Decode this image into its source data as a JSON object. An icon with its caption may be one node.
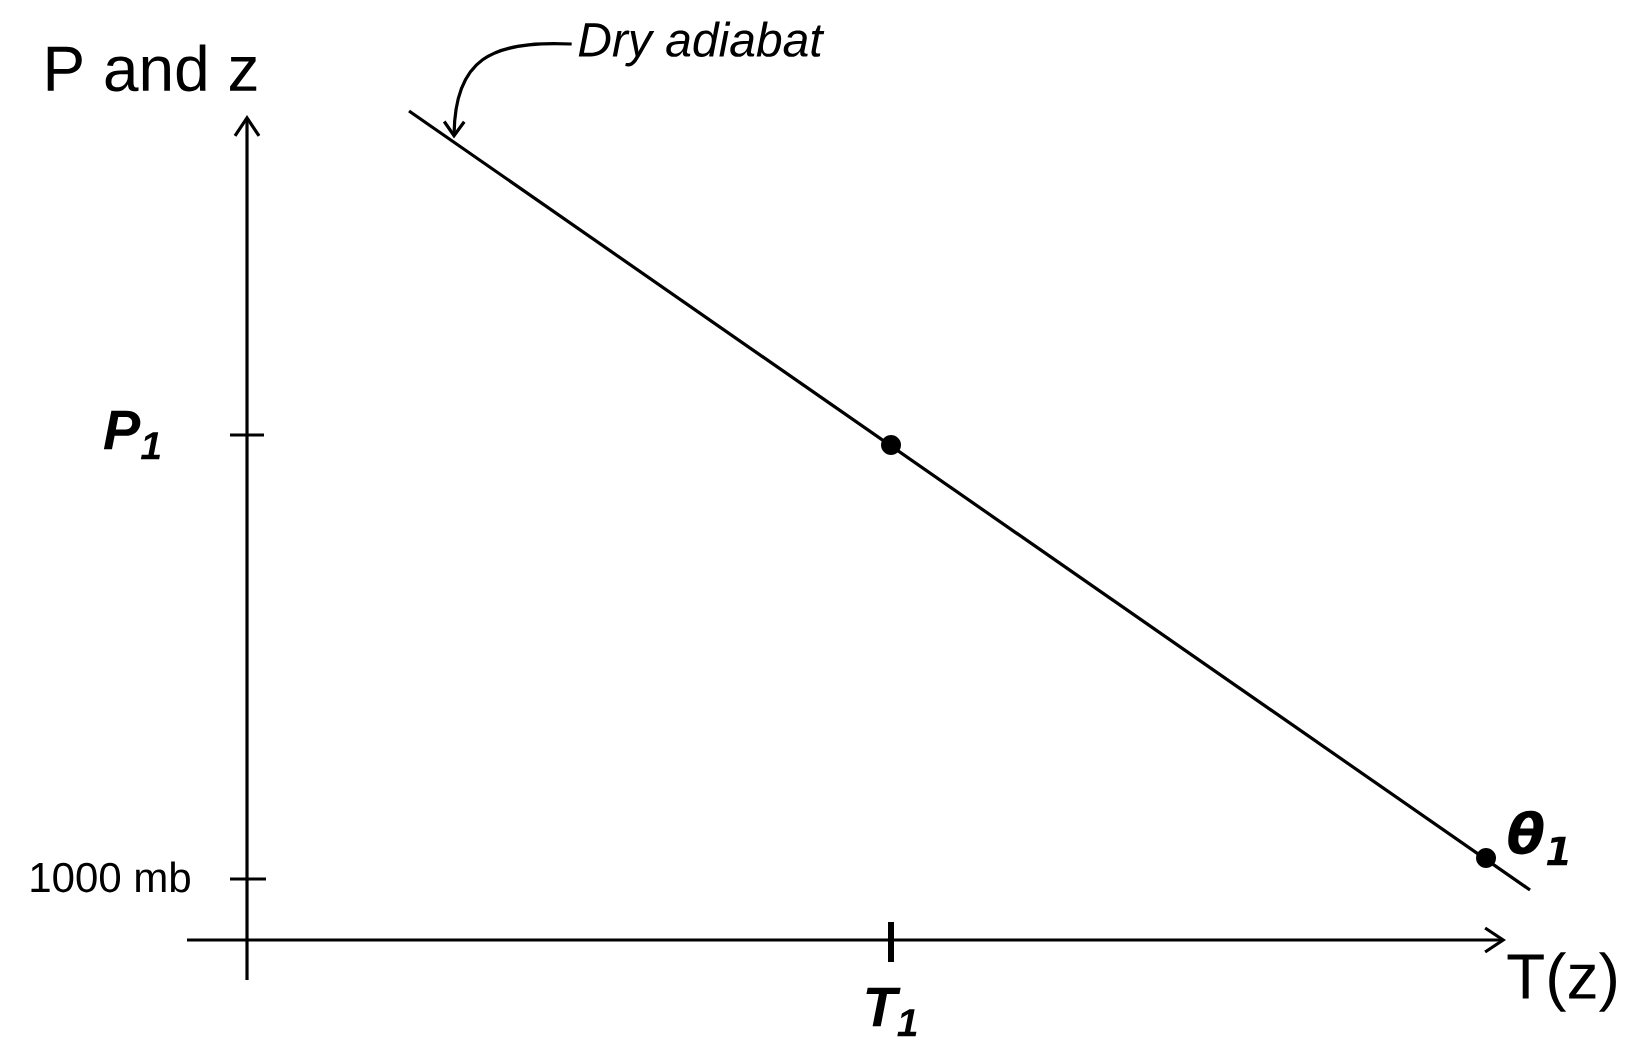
{
  "diagram": {
    "nodes": [
      {
        "text": [
          "Dry adiabat"
        ]
      },
      {
        "text": [],
        "shape": "line"
      }
    ],
    "edges": [
      {
        "from": 0,
        "to": 1,
        "arrow": "to"
      }
    ],
    "labels": [
      "P and z",
      "P$_{1}$",
      "1000 mb",
      "T$_{1}$",
      "θ$_{1}$",
      "T(z)"
    ]
  }
}
